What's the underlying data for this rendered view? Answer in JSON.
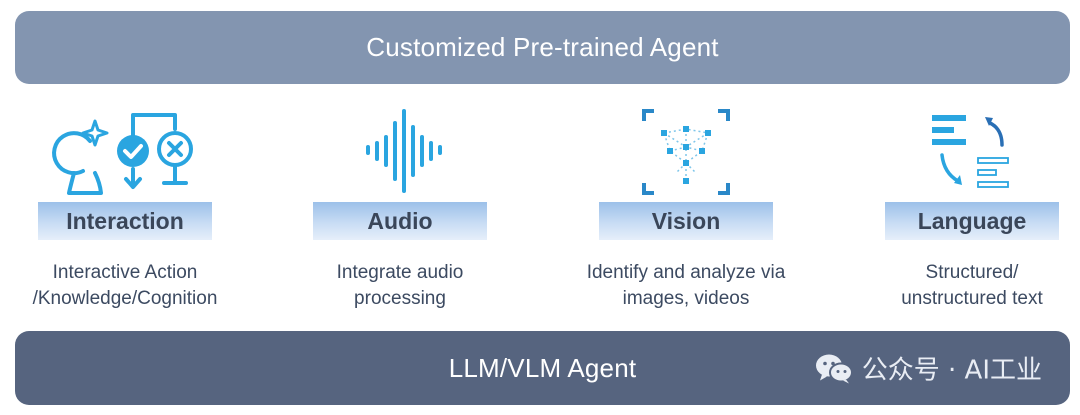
{
  "top_banner": {
    "title": "Customized Pre-trained Agent",
    "color": "#8395b0"
  },
  "bottom_banner": {
    "title": "LLM/VLM Agent",
    "color": "#56647f"
  },
  "watermark": {
    "text": "公众号 · AI工业",
    "icon": "wechat-logo-icon"
  },
  "columns": [
    {
      "label": "Interaction",
      "desc_line1": "Interactive Action",
      "desc_line2": "/Knowledge/Cognition",
      "icon": "interaction-icon"
    },
    {
      "label": "Audio",
      "desc_line1": "Integrate audio",
      "desc_line2": "processing",
      "icon": "audio-waveform-icon"
    },
    {
      "label": "Vision",
      "desc_line1": "Identify and analyze via",
      "desc_line2": "images, videos",
      "icon": "vision-scan-icon"
    },
    {
      "label": "Language",
      "desc_line1": "Structured/",
      "desc_line2": "unstructured text",
      "icon": "language-text-icon"
    }
  ],
  "colors": {
    "accent_blue": "#2aa5e0",
    "label_text": "#3a4659",
    "desc_text": "#3c4a61"
  }
}
